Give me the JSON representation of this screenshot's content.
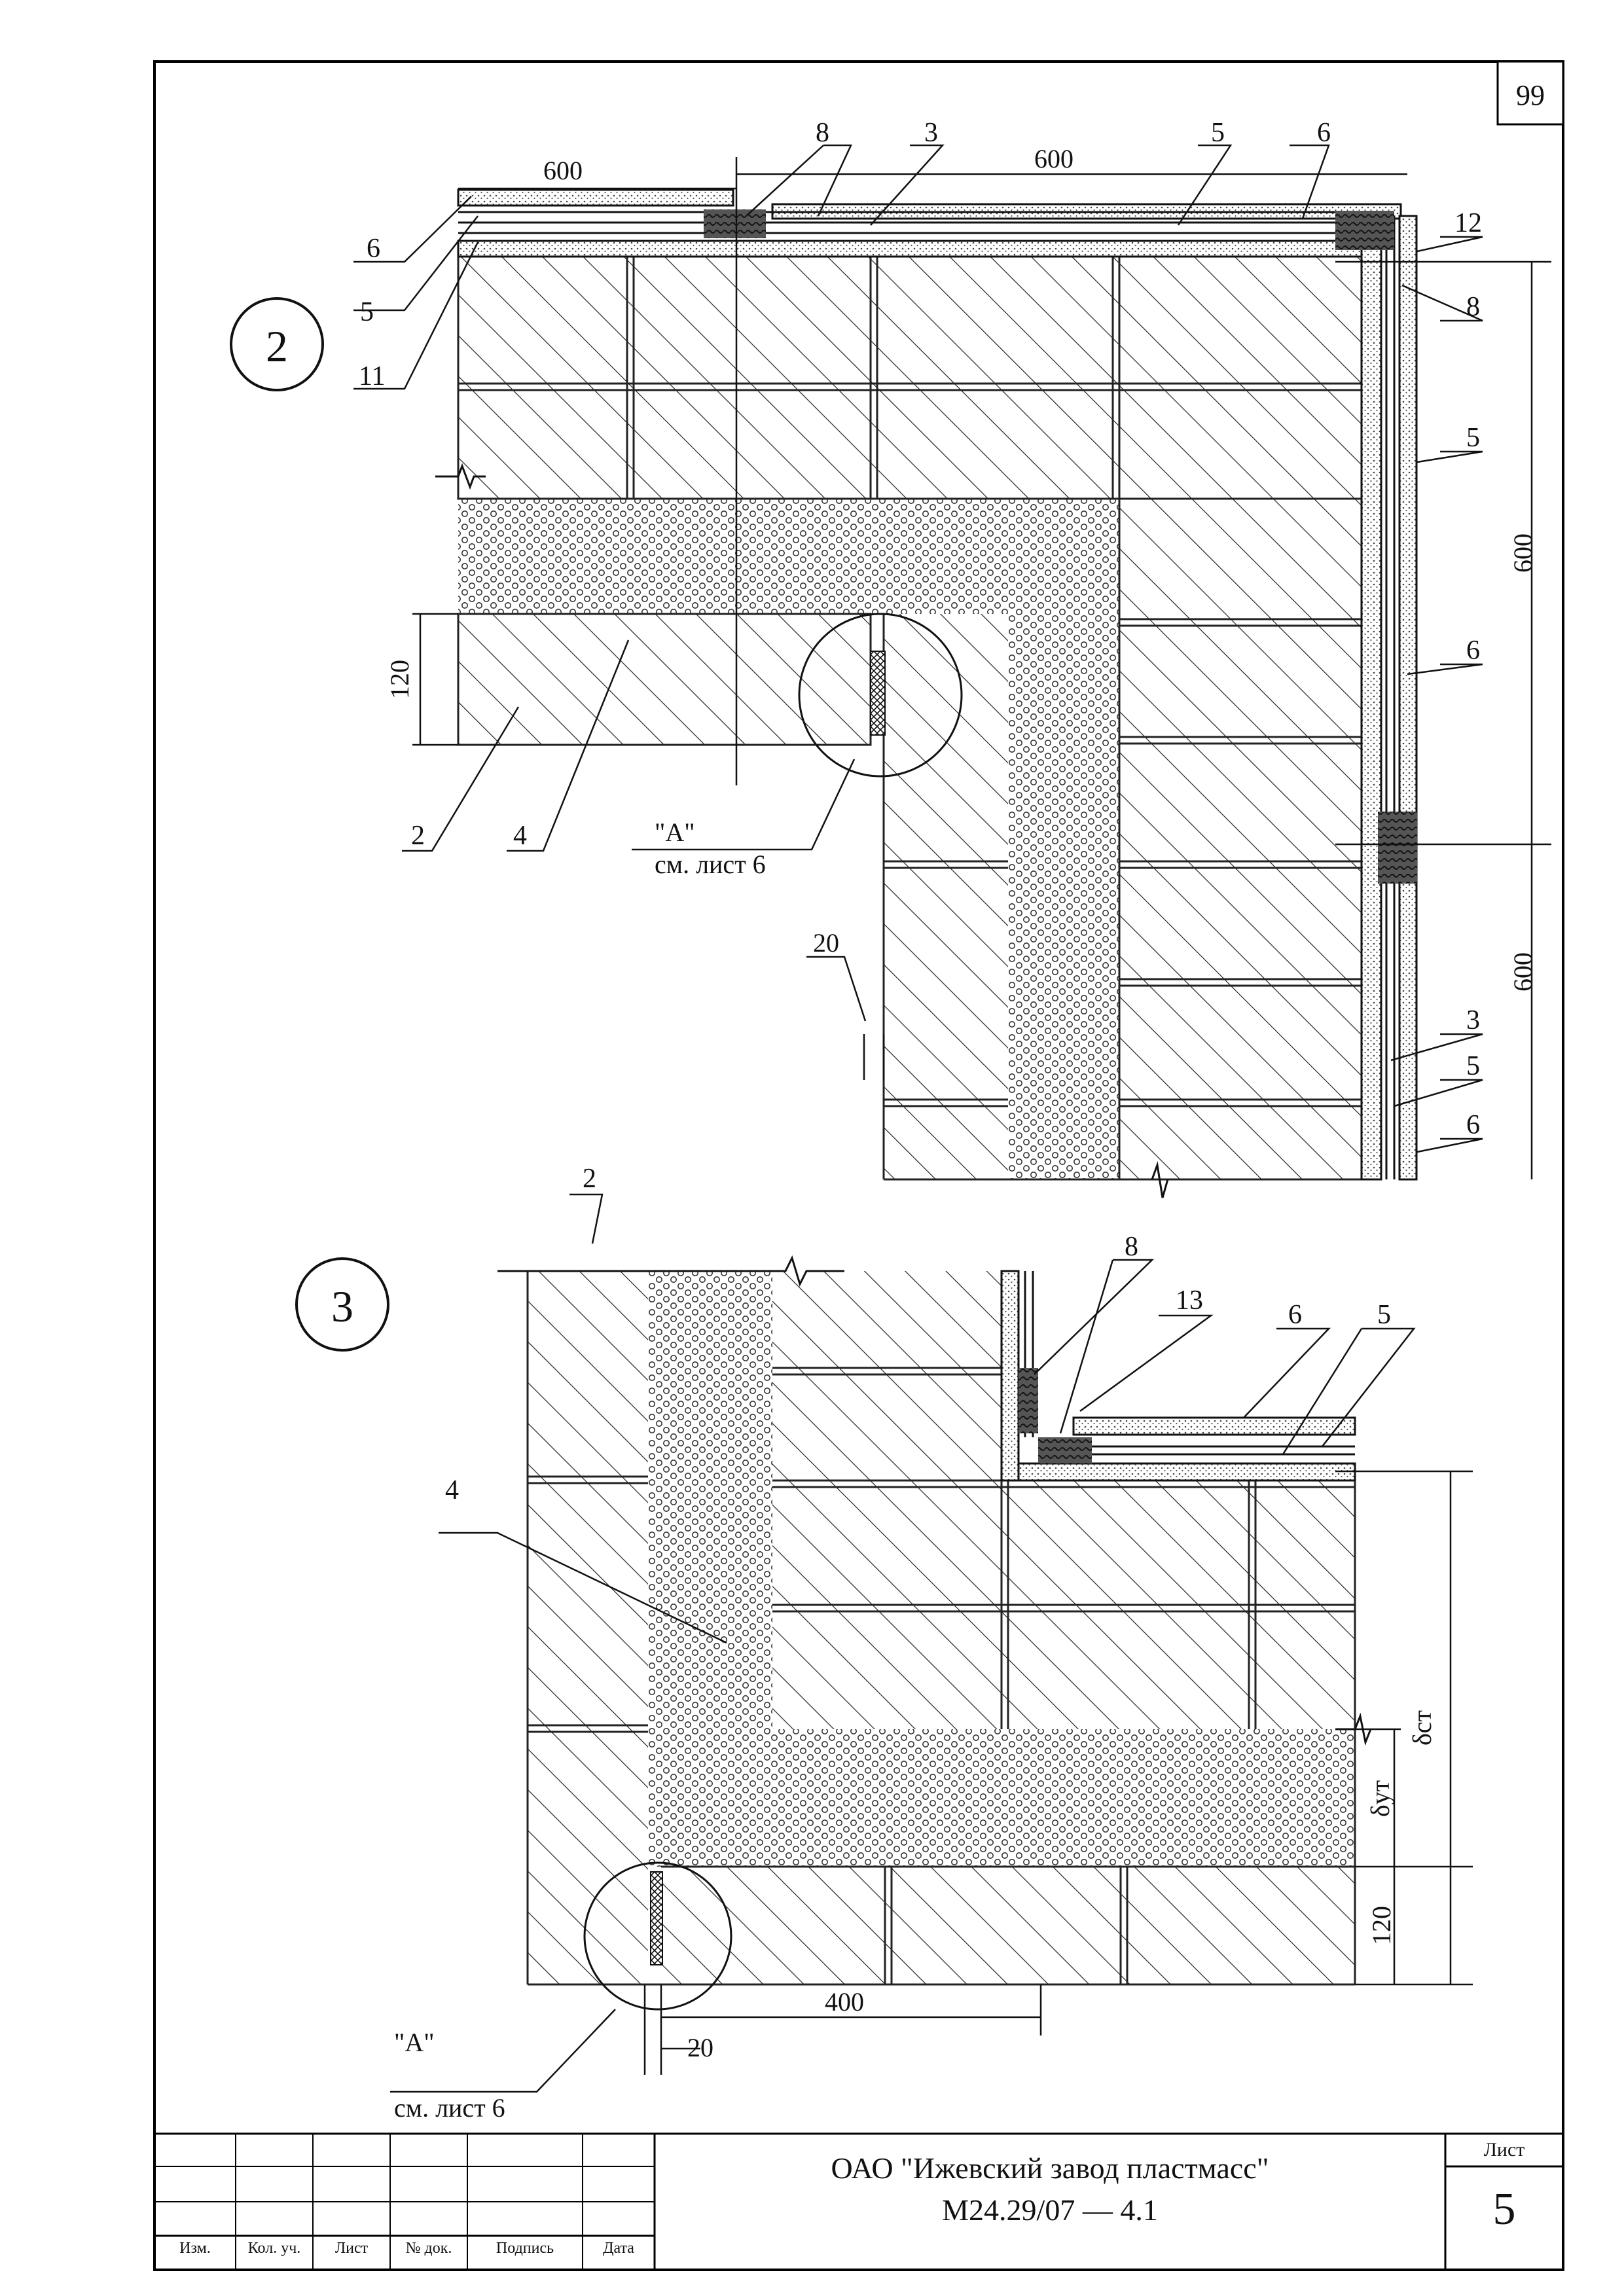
{
  "sheet": {
    "page_corner_number": "99",
    "organization": "ОАО \"Ижевский завод пластмасс\"",
    "document_code": "М24.29/07",
    "document_dash": "—",
    "document_section": "4.1",
    "sheet_label": "Лист",
    "sheet_number": "5"
  },
  "stamp_columns": [
    "Изм.",
    "Кол. уч.",
    "Лист",
    "№ док.",
    "Подпись",
    "Дата"
  ],
  "detail2": {
    "marker": "2",
    "dim_top_left": "600",
    "dim_top_right": "600",
    "dim_right_upper": "600",
    "dim_right_lower": "600",
    "dim_lintel": "120",
    "dim_gap": "20",
    "callout_ref": "\"А\"",
    "callout_sheet": "см. лист 6",
    "labels": {
      "l6a": "6",
      "l5a": "5",
      "l11": "11",
      "l8": "8",
      "l3": "3",
      "l5b": "5",
      "l6b": "6",
      "l12": "12",
      "l8b": "8",
      "l5c": "5",
      "l6c": "6",
      "l3b": "3",
      "l5d": "5",
      "l6d": "6",
      "l2": "2",
      "l4": "4"
    }
  },
  "detail3": {
    "marker": "3",
    "dim_opening": "400",
    "dim_gap": "20",
    "dim_lintel": "120",
    "delta_wall": "δст",
    "delta_ins": "δут",
    "callout_ref": "\"А\"",
    "callout_sheet": "см. лист 6",
    "labels": {
      "l2": "2",
      "l4": "4",
      "l8": "8",
      "l13": "13",
      "l6": "6",
      "l5": "5"
    }
  }
}
